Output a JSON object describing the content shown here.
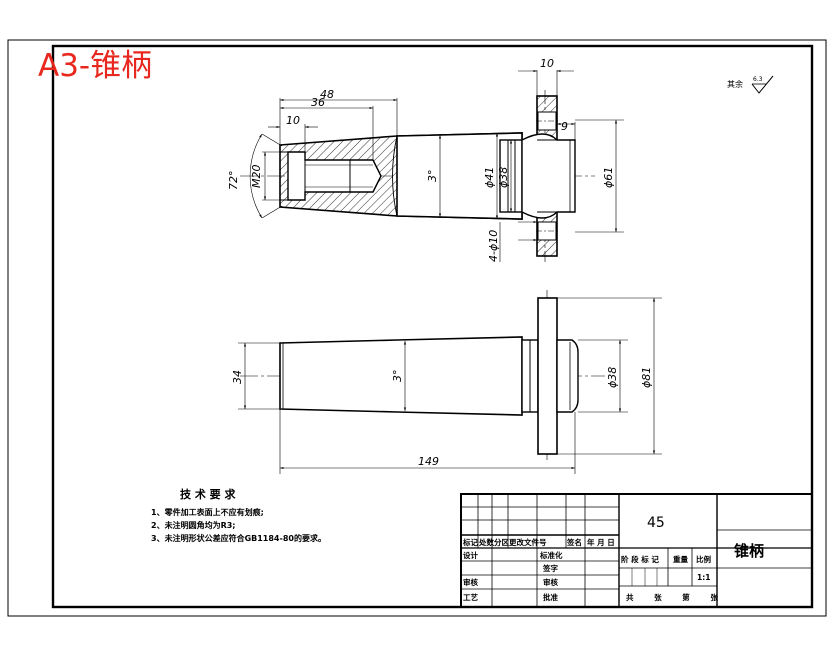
{
  "sheet": {
    "title": "A3-锥柄",
    "title_color": "#e8281e",
    "roughness_note": "其余",
    "roughness_value": "6.3"
  },
  "dimensions": {
    "d_10_top": "10",
    "d_48": "48",
    "d_36": "36",
    "d_10_left": "10",
    "d_9": "9",
    "d_m20": "M20",
    "d_72deg": "72°",
    "d_3deg_top": "3°",
    "d_phi41": "ϕ41",
    "d_phi38_top": "ϕ38",
    "d_phi61": "ϕ61",
    "d_4phi10": "4-ϕ10",
    "d_34": "34",
    "d_3deg_bottom": "3°",
    "d_phi38_bottom": "ϕ38",
    "d_phi81": "ϕ81",
    "d_149": "149"
  },
  "requirements": {
    "heading": "技 术 要 求",
    "items": [
      "1、零件加工表面上不应有划痕;",
      "2、未注明圆角均为R3;",
      "3、未注明形状公差应符合GB1184-80的要求。"
    ]
  },
  "title_block": {
    "material": "45",
    "part_name": "锥柄",
    "rev_headers": [
      "标记",
      "处数",
      "分区",
      "更改文件号",
      "签名",
      "年 月 日"
    ],
    "design": "设计",
    "standardize": "标准化",
    "stage_headers": [
      "阶 段 标 记",
      "重量",
      "比例"
    ],
    "check": "审核",
    "process": "工艺",
    "review": "审核",
    "approve": "批准",
    "sign_label": "签字",
    "scale": "1:1",
    "sheet_count": "共 张 第 张"
  }
}
